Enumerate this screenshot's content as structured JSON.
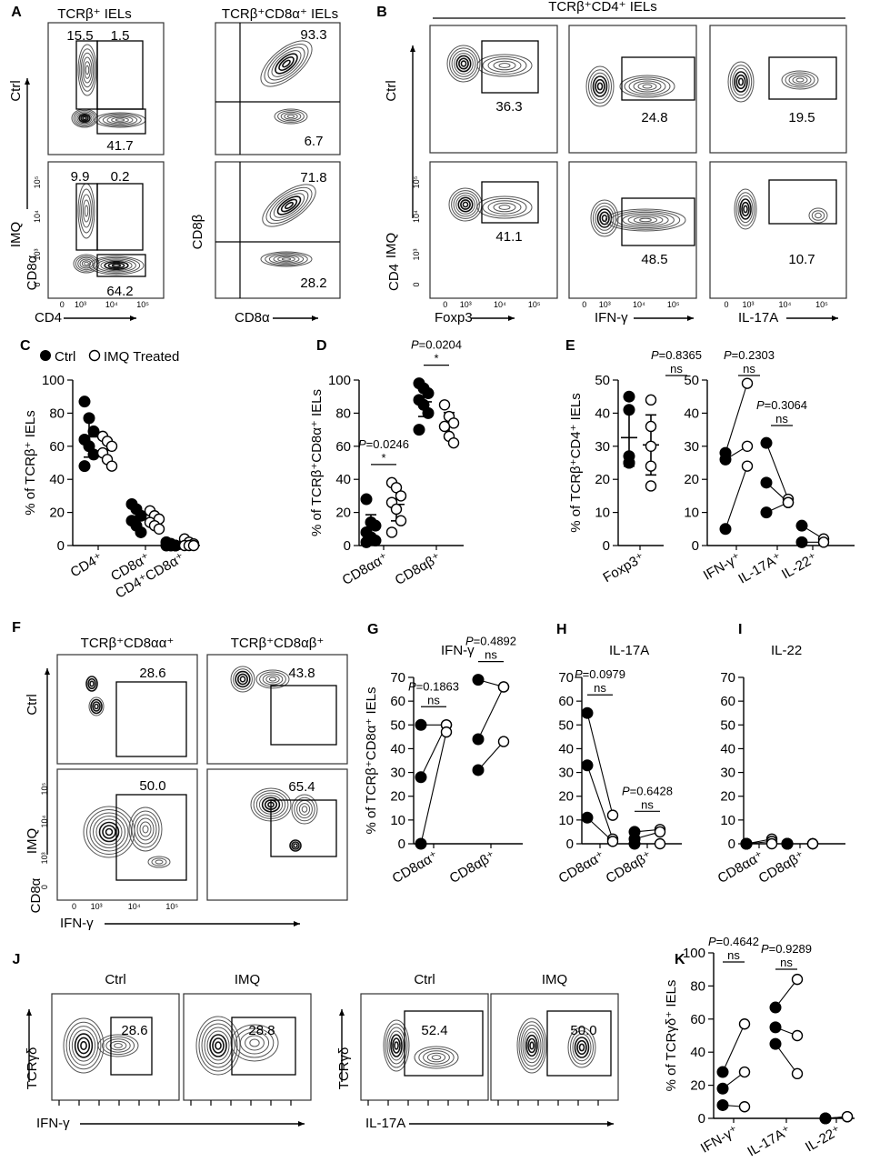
{
  "panels": {
    "A": "A",
    "B": "B",
    "C": "C",
    "D": "D",
    "E": "E",
    "F": "F",
    "G": "G",
    "H": "H",
    "I": "I",
    "J": "J",
    "K": "K"
  },
  "flow": {
    "A": {
      "title_left": "TCRβ⁺ IELs",
      "title_right": "TCRβ⁺CD8α⁺ IELs",
      "row_ctrl": "Ctrl",
      "row_imq": "IMQ",
      "x_left": "CD4",
      "y_left": "CD8α",
      "x_right": "CD8α",
      "y_right": "CD8β",
      "ctrl_left": [
        "15.5",
        "1.5",
        "41.7"
      ],
      "imq_left": [
        "9.9",
        "0.2",
        "64.2"
      ],
      "ctrl_right": [
        "93.3",
        "6.7"
      ],
      "imq_right": [
        "71.8",
        "28.2"
      ],
      "ticks": [
        "0",
        "10³",
        "10⁴",
        "10⁵"
      ],
      "yticks": [
        "10⁵",
        "10⁴",
        "10³",
        "0"
      ]
    },
    "B": {
      "title": "TCRβ⁺CD4⁺ IELs",
      "row_ctrl": "Ctrl",
      "row_imq": "IMQ",
      "y": "CD4",
      "x": [
        "Foxp3",
        "IFN-γ",
        "IL-17A"
      ],
      "ctrl": [
        "36.3",
        "24.8",
        "19.5"
      ],
      "imq": [
        "41.1",
        "48.5",
        "10.7"
      ],
      "ticks": [
        "0",
        "10³",
        "10⁴",
        "10⁵"
      ],
      "yticks": [
        "10⁵",
        "10⁴",
        "10³",
        "0"
      ]
    },
    "F": {
      "titles": [
        "TCRβ⁺CD8αα⁺",
        "TCRβ⁺CD8αβ⁺"
      ],
      "row_ctrl": "Ctrl",
      "row_imq": "IMQ",
      "x": "IFN-γ",
      "y": "CD8α",
      "ctrl": [
        "28.6",
        "43.8"
      ],
      "imq": [
        "50.0",
        "65.4"
      ],
      "ticks": [
        "0",
        "10³",
        "10⁴",
        "10⁵"
      ],
      "yticks": [
        "10⁵",
        "10⁴",
        "10³",
        "0"
      ]
    },
    "J": {
      "titles": [
        "Ctrl",
        "IMQ",
        "Ctrl",
        "IMQ"
      ],
      "y": "TCRγδ",
      "x": [
        "IFN-γ",
        "IL-17A"
      ],
      "values": [
        "28.6",
        "28.8",
        "52.4",
        "50.0"
      ]
    }
  },
  "chart_data": [
    {
      "panel": "C",
      "type": "scatter",
      "legend": [
        "Ctrl",
        "IMQ Treated"
      ],
      "ylabel": "% of TCRβ⁺ IELs",
      "ylim": [
        0,
        100
      ],
      "yticks": [
        0,
        20,
        40,
        60,
        80,
        100
      ],
      "categories": [
        "CD4⁺",
        "CD8α⁺",
        "CD4⁺CD8α⁺"
      ],
      "series": [
        {
          "name": "Ctrl",
          "values": [
            [
              87,
              77,
              69,
              64,
              60,
              55,
              48
            ],
            [
              25,
              22,
              18,
              15,
              12,
              8
            ],
            [
              2,
              1,
              0,
              0,
              0,
              0
            ]
          ]
        },
        {
          "name": "IMQ Treated",
          "values": [
            [
              66,
              63,
              60,
              56,
              52,
              48
            ],
            [
              21,
              18,
              16,
              14,
              12,
              10
            ],
            [
              4,
              2,
              1,
              0,
              0,
              0
            ]
          ]
        }
      ]
    },
    {
      "panel": "D",
      "type": "scatter",
      "ylabel": "% of TCRβ⁺CD8α⁺ IELs",
      "ylim": [
        0,
        100
      ],
      "yticks": [
        0,
        20,
        40,
        60,
        80,
        100
      ],
      "categories": [
        "CD8αα⁺",
        "CD8αβ⁺"
      ],
      "series": [
        {
          "name": "Ctrl",
          "values": [
            [
              28,
              14,
              12,
              8,
              5,
              3,
              2
            ],
            [
              98,
              95,
              92,
              88,
              85,
              80,
              70
            ]
          ]
        },
        {
          "name": "IMQ Treated",
          "values": [
            [
              38,
              35,
              30,
              26,
              22,
              15,
              8
            ],
            [
              85,
              78,
              74,
              72,
              66,
              62
            ]
          ]
        }
      ],
      "pvalues": [
        "P=0.0246",
        "P=0.0204"
      ],
      "sig": [
        "*",
        "*"
      ]
    },
    {
      "panel": "E",
      "type": "scatter",
      "ylabel": "% of TCRβ⁺CD4⁺ IELs",
      "ylim": [
        0,
        50
      ],
      "yticks": [
        0,
        10,
        20,
        30,
        40,
        50
      ],
      "categories": [
        "Foxp3⁺",
        "IFN-γ⁺",
        "IL-17A⁺",
        "IL-22⁺"
      ],
      "series": [
        {
          "name": "Ctrl",
          "values": [
            [
              45,
              41,
              27,
              25,
              25
            ],
            [
              28,
              26,
              5
            ],
            [
              31,
              19,
              10
            ],
            [
              6,
              1
            ]
          ]
        },
        {
          "name": "IMQ Treated",
          "values": [
            [
              44,
              36,
              30,
              24,
              18
            ],
            [
              49,
              30,
              24
            ],
            [
              14,
              13,
              13
            ],
            [
              2,
              1
            ]
          ]
        }
      ],
      "pvalues": [
        "P=0.8365",
        "P=0.2303",
        "P=0.3064"
      ],
      "sig": [
        "ns",
        "ns",
        "ns"
      ]
    },
    {
      "panel": "G",
      "type": "scatter",
      "title": "IFN-γ",
      "ylabel": "% of TCRβ⁺CD8α⁺ IELs",
      "ylim": [
        0,
        70
      ],
      "yticks": [
        0,
        10,
        20,
        30,
        40,
        50,
        60,
        70
      ],
      "categories": [
        "CD8αα⁺",
        "CD8αβ⁺"
      ],
      "series": [
        {
          "name": "Ctrl",
          "values": [
            [
              50,
              28,
              0
            ],
            [
              69,
              44,
              31
            ]
          ]
        },
        {
          "name": "IMQ Treated",
          "values": [
            [
              50,
              50,
              47
            ],
            [
              66,
              66,
              43
            ]
          ]
        }
      ],
      "pvalues": [
        "P=0.1863",
        "P=0.4892"
      ],
      "sig": [
        "ns",
        "ns"
      ]
    },
    {
      "panel": "H",
      "type": "scatter",
      "title": "IL-17A",
      "ylim": [
        0,
        70
      ],
      "yticks": [
        0,
        10,
        20,
        30,
        40,
        50,
        60,
        70
      ],
      "categories": [
        "CD8αα⁺",
        "CD8αβ⁺"
      ],
      "series": [
        {
          "name": "Ctrl",
          "values": [
            [
              55,
              33,
              11
            ],
            [
              5,
              2,
              0
            ]
          ]
        },
        {
          "name": "IMQ Treated",
          "values": [
            [
              12,
              2,
              1
            ],
            [
              6,
              5,
              0
            ]
          ]
        }
      ],
      "pvalues": [
        "P=0.0979",
        "P=0.6428"
      ],
      "sig": [
        "ns",
        "ns"
      ]
    },
    {
      "panel": "I",
      "type": "scatter",
      "title": "IL-22",
      "ylim": [
        0,
        70
      ],
      "yticks": [
        0,
        10,
        20,
        30,
        40,
        50,
        60,
        70
      ],
      "categories": [
        "CD8αα⁺",
        "CD8αβ⁺"
      ],
      "series": [
        {
          "name": "Ctrl",
          "values": [
            [
              0,
              0,
              0
            ],
            [
              0,
              0,
              0
            ]
          ]
        },
        {
          "name": "IMQ Treated",
          "values": [
            [
              2,
              1,
              0
            ],
            [
              0,
              0,
              0
            ]
          ]
        }
      ]
    },
    {
      "panel": "K",
      "type": "scatter",
      "ylabel": "% of TCRγδ⁺ IELs",
      "ylim": [
        0,
        100
      ],
      "yticks": [
        0,
        20,
        40,
        60,
        80,
        100
      ],
      "categories": [
        "IFN-γ⁺",
        "IL-17A⁺",
        "IL-22⁺"
      ],
      "series": [
        {
          "name": "Ctrl",
          "values": [
            [
              28,
              18,
              8
            ],
            [
              67,
              55,
              45
            ],
            [
              0,
              0
            ]
          ]
        },
        {
          "name": "IMQ Treated",
          "values": [
            [
              57,
              28,
              7
            ],
            [
              84,
              50,
              27
            ],
            [
              1,
              1
            ]
          ]
        }
      ],
      "pvalues": [
        "P=0.4642",
        "P=0.9289"
      ],
      "sig": [
        "ns",
        "ns"
      ]
    }
  ]
}
